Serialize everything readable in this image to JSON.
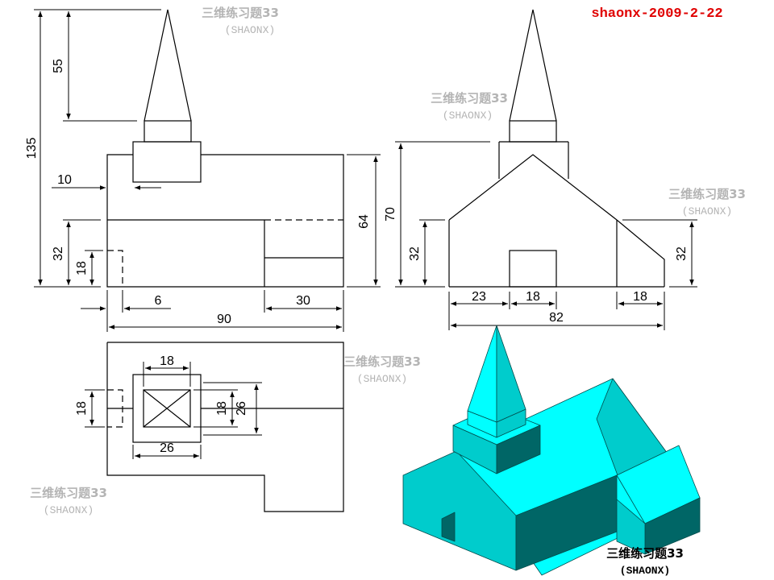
{
  "signature": "shaonx-2009-2-22",
  "watermark": {
    "title": "三维练习题33",
    "author": "(SHAONX)"
  },
  "caption": {
    "title": "三维练习题33",
    "author": "(SHAONX)"
  },
  "front_view": {
    "dims": {
      "total_height": "135",
      "spire": "55",
      "inset": "10",
      "wall": "32",
      "opening": "18",
      "offset": "6",
      "right_block": "30",
      "width": "90",
      "main_height": "64"
    }
  },
  "side_view": {
    "dims": {
      "height": "70",
      "wall_left": "32",
      "wall_right": "32",
      "left": "23",
      "door": "18",
      "right": "18",
      "width": "82"
    }
  },
  "top_view": {
    "dims": {
      "tower_inner": "18",
      "tower_outer": "26",
      "side_inner": "18",
      "side_outer": "26",
      "opening": "18"
    }
  },
  "colors": {
    "cyan_light": "#00ffff",
    "cyan_mid": "#00cccc",
    "cyan_dark": "#006666",
    "signature": "#e00000"
  }
}
